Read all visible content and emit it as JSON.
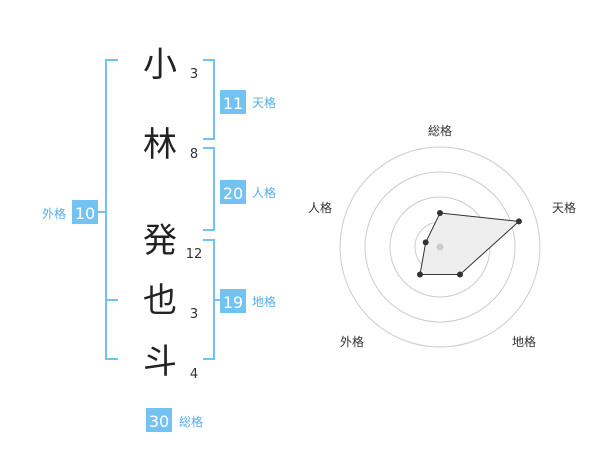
{
  "name_chars": [
    {
      "char": "小",
      "strokes": "3"
    },
    {
      "char": "林",
      "strokes": "8"
    },
    {
      "char": "発",
      "strokes": "12"
    },
    {
      "char": "也",
      "strokes": "3"
    },
    {
      "char": "斗",
      "strokes": "4"
    }
  ],
  "fortunes": {
    "tenkaku": {
      "label": "天格",
      "value": "11"
    },
    "jinkaku": {
      "label": "人格",
      "value": "20"
    },
    "chikaku": {
      "label": "地格",
      "value": "19"
    },
    "gaikaku": {
      "label": "外格",
      "value": "10"
    },
    "soukaku": {
      "label": "総格",
      "value": "30"
    }
  },
  "radar": {
    "axis_labels": {
      "soukaku": "総格",
      "tenkaku": "天格",
      "chikaku": "地格",
      "gaikaku": "外格",
      "jinkaku": "人格"
    },
    "scores": {
      "soukaku": 0.34,
      "tenkaku": 0.83,
      "chikaku": 0.34,
      "gaikaku": 0.34,
      "jinkaku": 0.15
    },
    "ring_count": 4
  },
  "colors": {
    "accent": "#72c3f1",
    "label_text": "#55aee6",
    "value_text": "#ffffff",
    "char_text": "#222222",
    "stroke_text": "#333333",
    "grid": "#cccccc",
    "polygon_fill": "#eeeeee",
    "polygon_stroke": "#333333",
    "center_dot": "#cccccc"
  }
}
